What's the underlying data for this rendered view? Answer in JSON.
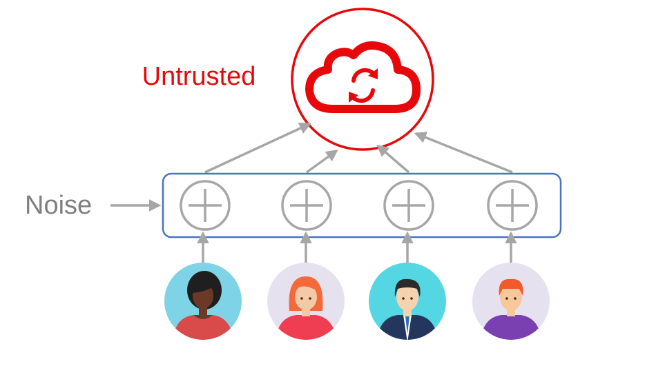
{
  "labels": {
    "untrusted": "Untrusted",
    "noise": "Noise"
  },
  "colors": {
    "server": "#e8080b",
    "noise_box": "#4a72c4",
    "arrow": "#a6a6a6",
    "label_gray": "#7f7f7f"
  },
  "icons": {
    "server": "cloud-sync-icon",
    "adder": "plus-circle-icon"
  },
  "users": [
    {
      "avatar": "woman-dark-skin-avatar",
      "bg": "#7ed3e6",
      "skin": "#6b3a26",
      "hair": "#1f1f1f",
      "shirt": "#d94a4a"
    },
    {
      "avatar": "woman-redhead-avatar",
      "bg": "#e6e1ef",
      "skin": "#f6c9a6",
      "hair": "#f4693a",
      "shirt": "#ef3e52"
    },
    {
      "avatar": "man-in-suit-avatar",
      "bg": "#55d6e3",
      "skin": "#f6d3ae",
      "hair": "#2b2b2b",
      "shirt": "#24365c"
    },
    {
      "avatar": "man-redhead-avatar",
      "bg": "#e6e1ef",
      "skin": "#f8c79a",
      "hair": "#f25a2a",
      "shirt": "#7a3fb0"
    }
  ]
}
